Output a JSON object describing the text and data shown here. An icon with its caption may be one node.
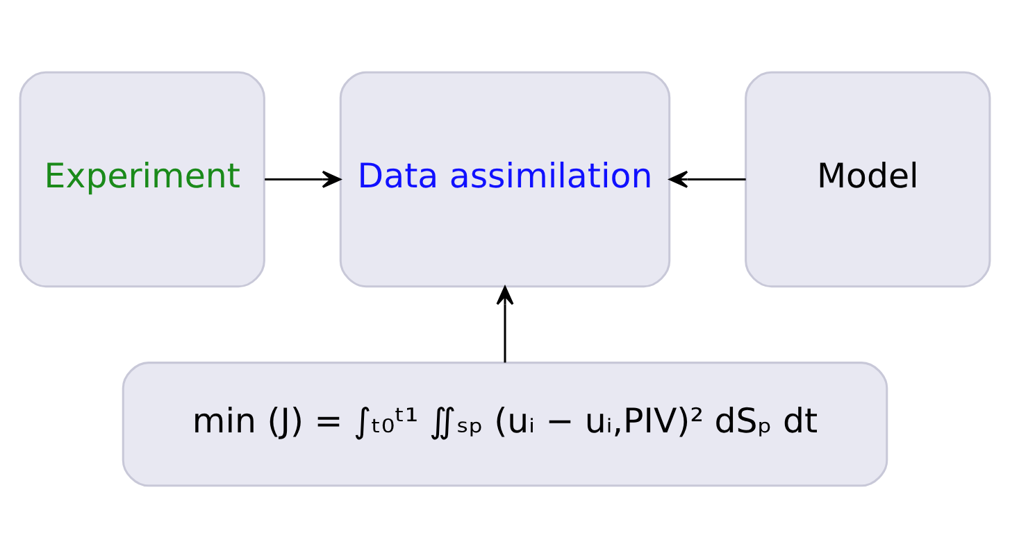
{
  "diagram": {
    "nodes": [
      {
        "text": [
          "Experiment"
        ]
      },
      {
        "text": [
          "Data assimilation"
        ]
      },
      {
        "text": [
          "Model"
        ]
      },
      {
        "text": [
          "min (J) = ∫ₜ₀ᵗ¹ ∬ₛₚ (uᵢ − uᵢ,PIV)² dSₚ dt"
        ]
      }
    ],
    "edges": [
      {
        "from": 0,
        "to": 1,
        "arrow": "to"
      },
      {
        "from": 2,
        "to": 1,
        "arrow": "to"
      },
      {
        "from": 3,
        "to": 1,
        "arrow": "to"
      }
    ]
  }
}
